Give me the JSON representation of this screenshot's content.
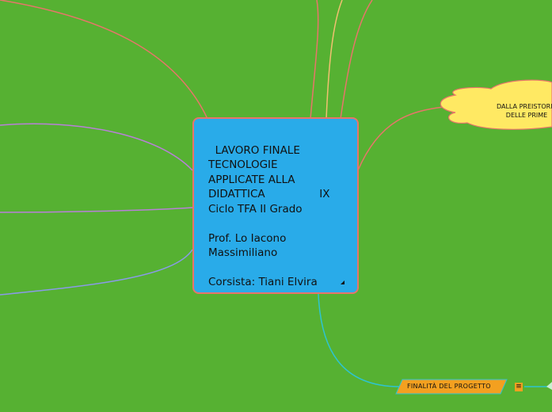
{
  "central": {
    "title": "LAVORO FINALE\nTECNOLOGIE\nAPPLICATE ALLA\nDIDATTICA                IX\nCiclo TFA II Grado\n\nProf. Lo Iacono\nMassimiliano\n\nCorsista: Tiani Elvira"
  },
  "nodes": {
    "cloud_label": "DALLA PREISTORIA\nDELLE PRIME",
    "finalita_label": "FINALITÀ DEL PROGETTO",
    "menu_icon": "≡"
  },
  "colors": {
    "background": "#56b132",
    "central": "#29abe9",
    "cloud": "#ffe963",
    "finalita": "#f3a020"
  }
}
